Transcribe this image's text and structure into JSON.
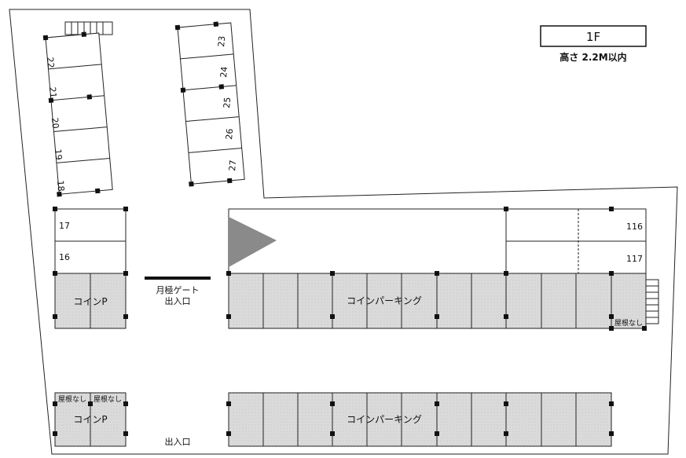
{
  "floor": {
    "label": "1F",
    "height_limit": "高さ 2.2M以内"
  },
  "spaces": {
    "s16": "16",
    "s17": "17",
    "s18": "18",
    "s19": "19",
    "s20": "20",
    "s21": "21",
    "s22": "22",
    "s23": "23",
    "s24": "24",
    "s25": "25",
    "s26": "26",
    "s27": "27",
    "s116": "116",
    "s117": "117"
  },
  "areas": {
    "coin_left_upper": "コインP",
    "coin_left_lower": "コインP",
    "coin_main_upper": "コインパーキング",
    "coin_main_lower": "コインパーキング",
    "no_roof": "屋根なし"
  },
  "gates": {
    "monthly_gate_line1": "月極ゲート",
    "monthly_gate_line2": "出入口",
    "bottom_entrance": "出入口"
  },
  "colors": {
    "coin_fill": "#d9d9d9",
    "line": "#222222",
    "arrow": "#808080"
  }
}
